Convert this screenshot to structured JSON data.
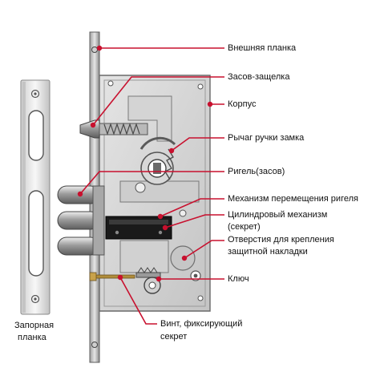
{
  "diagram": {
    "colors": {
      "callout": "#c8102e",
      "metal_light": "#d9d9d9",
      "metal_mid": "#b3b3b3",
      "metal_dark": "#6f6f6f",
      "cylinder_black": "#1a1a1a",
      "bolt_chrome": "#9a9a9a",
      "text": "#111111"
    },
    "labels": {
      "outer_plate": "Внешняя планка",
      "latch": "Засов-защелка",
      "body": "Корпус",
      "handle_lever": "Рычаг ручки замка",
      "bolt": "Ригель(засов)",
      "bolt_mechanism": "Механизм перемещения ригеля",
      "cylinder_line1": "Цилиндровый механизм",
      "cylinder_line2": "(секрет)",
      "holes_line1": "Отверстия для крепления",
      "holes_line2": "защитной накладки",
      "key": "Ключ",
      "screw_line1": "Винт, фиксирующий",
      "screw_line2": "секрет",
      "strike_line1": "Запорная",
      "strike_line2": "планка"
    }
  }
}
